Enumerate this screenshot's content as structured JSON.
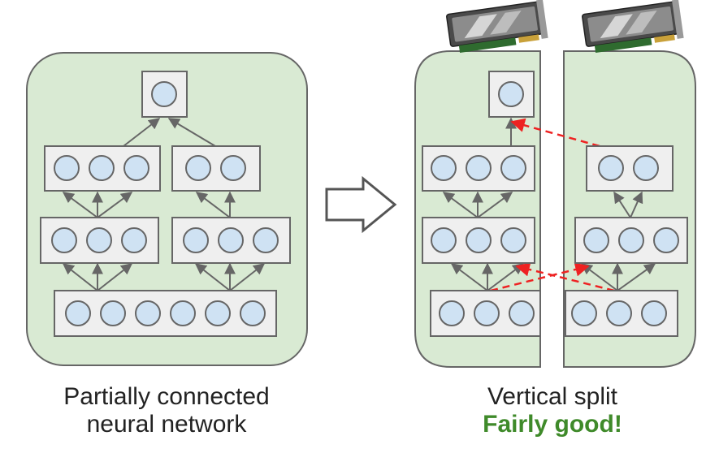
{
  "left_caption": {
    "line1": "Partially connected",
    "line2": "neural network"
  },
  "right_caption": {
    "line1": "Vertical split",
    "verdict": "Fairly good!"
  },
  "colors": {
    "panel_fill": "#d9ead3",
    "layer_fill": "#efefef",
    "neuron_fill": "#cfe2f3",
    "outline": "#666666",
    "cross_gpu_arrow": "#ee2222",
    "verdict_text": "#3f8a2a"
  },
  "icons": [
    "right-arrow-icon",
    "gpu-card-icon"
  ]
}
